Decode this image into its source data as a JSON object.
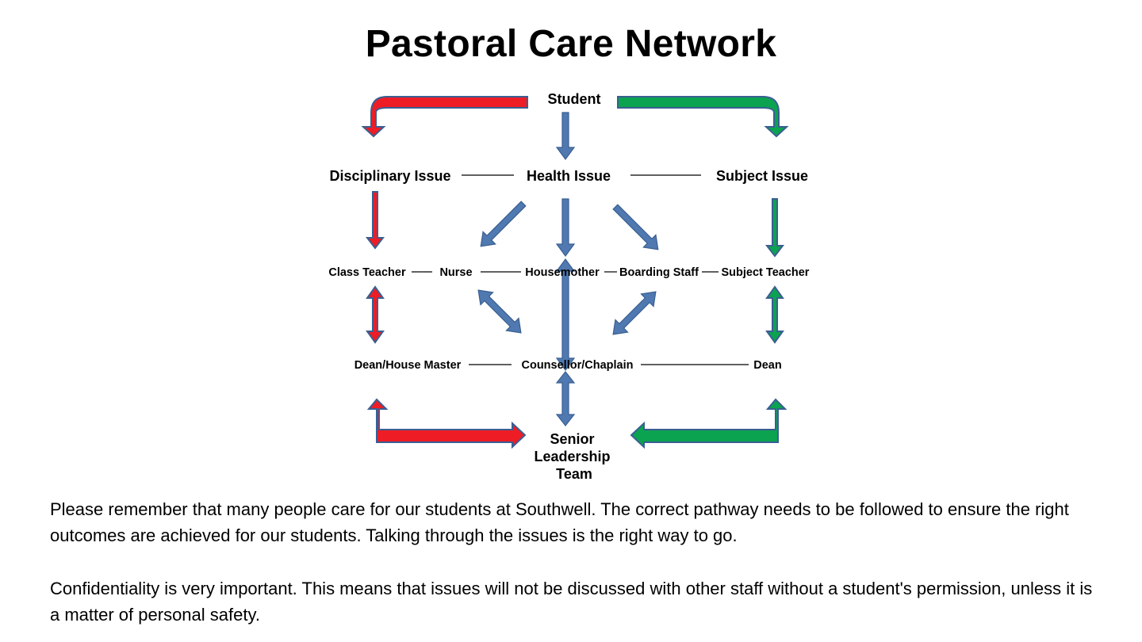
{
  "title": "Pastoral Care Network",
  "nodes": {
    "student": "Student",
    "disciplinary_issue": "Disciplinary Issue",
    "health_issue": "Health Issue",
    "subject_issue": "Subject Issue",
    "class_teacher": "Class Teacher",
    "nurse": "Nurse",
    "housemother": "Housemother",
    "boarding_staff": "Boarding Staff",
    "subject_teacher": "Subject Teacher",
    "dean_house_master": "Dean/House Master",
    "counsellor_chaplain": "Counsellor/Chaplain",
    "dean": "Dean",
    "senior_leadership_team": [
      "Senior",
      "Leadership",
      "Team"
    ]
  },
  "colors": {
    "disciplinary_path": "#ee1c25",
    "subject_path": "#0ba350",
    "health_path": "#4f79b0"
  },
  "paragraphs": [
    "Please remember that many people care for our students at Southwell. The correct pathway needs to be followed to ensure the right outcomes are achieved for our students. Talking through the issues is the right way to go.",
    "Confidentiality is very important. This means that issues will not be discussed with other staff without a student's permission, unless it is a matter of personal safety."
  ]
}
